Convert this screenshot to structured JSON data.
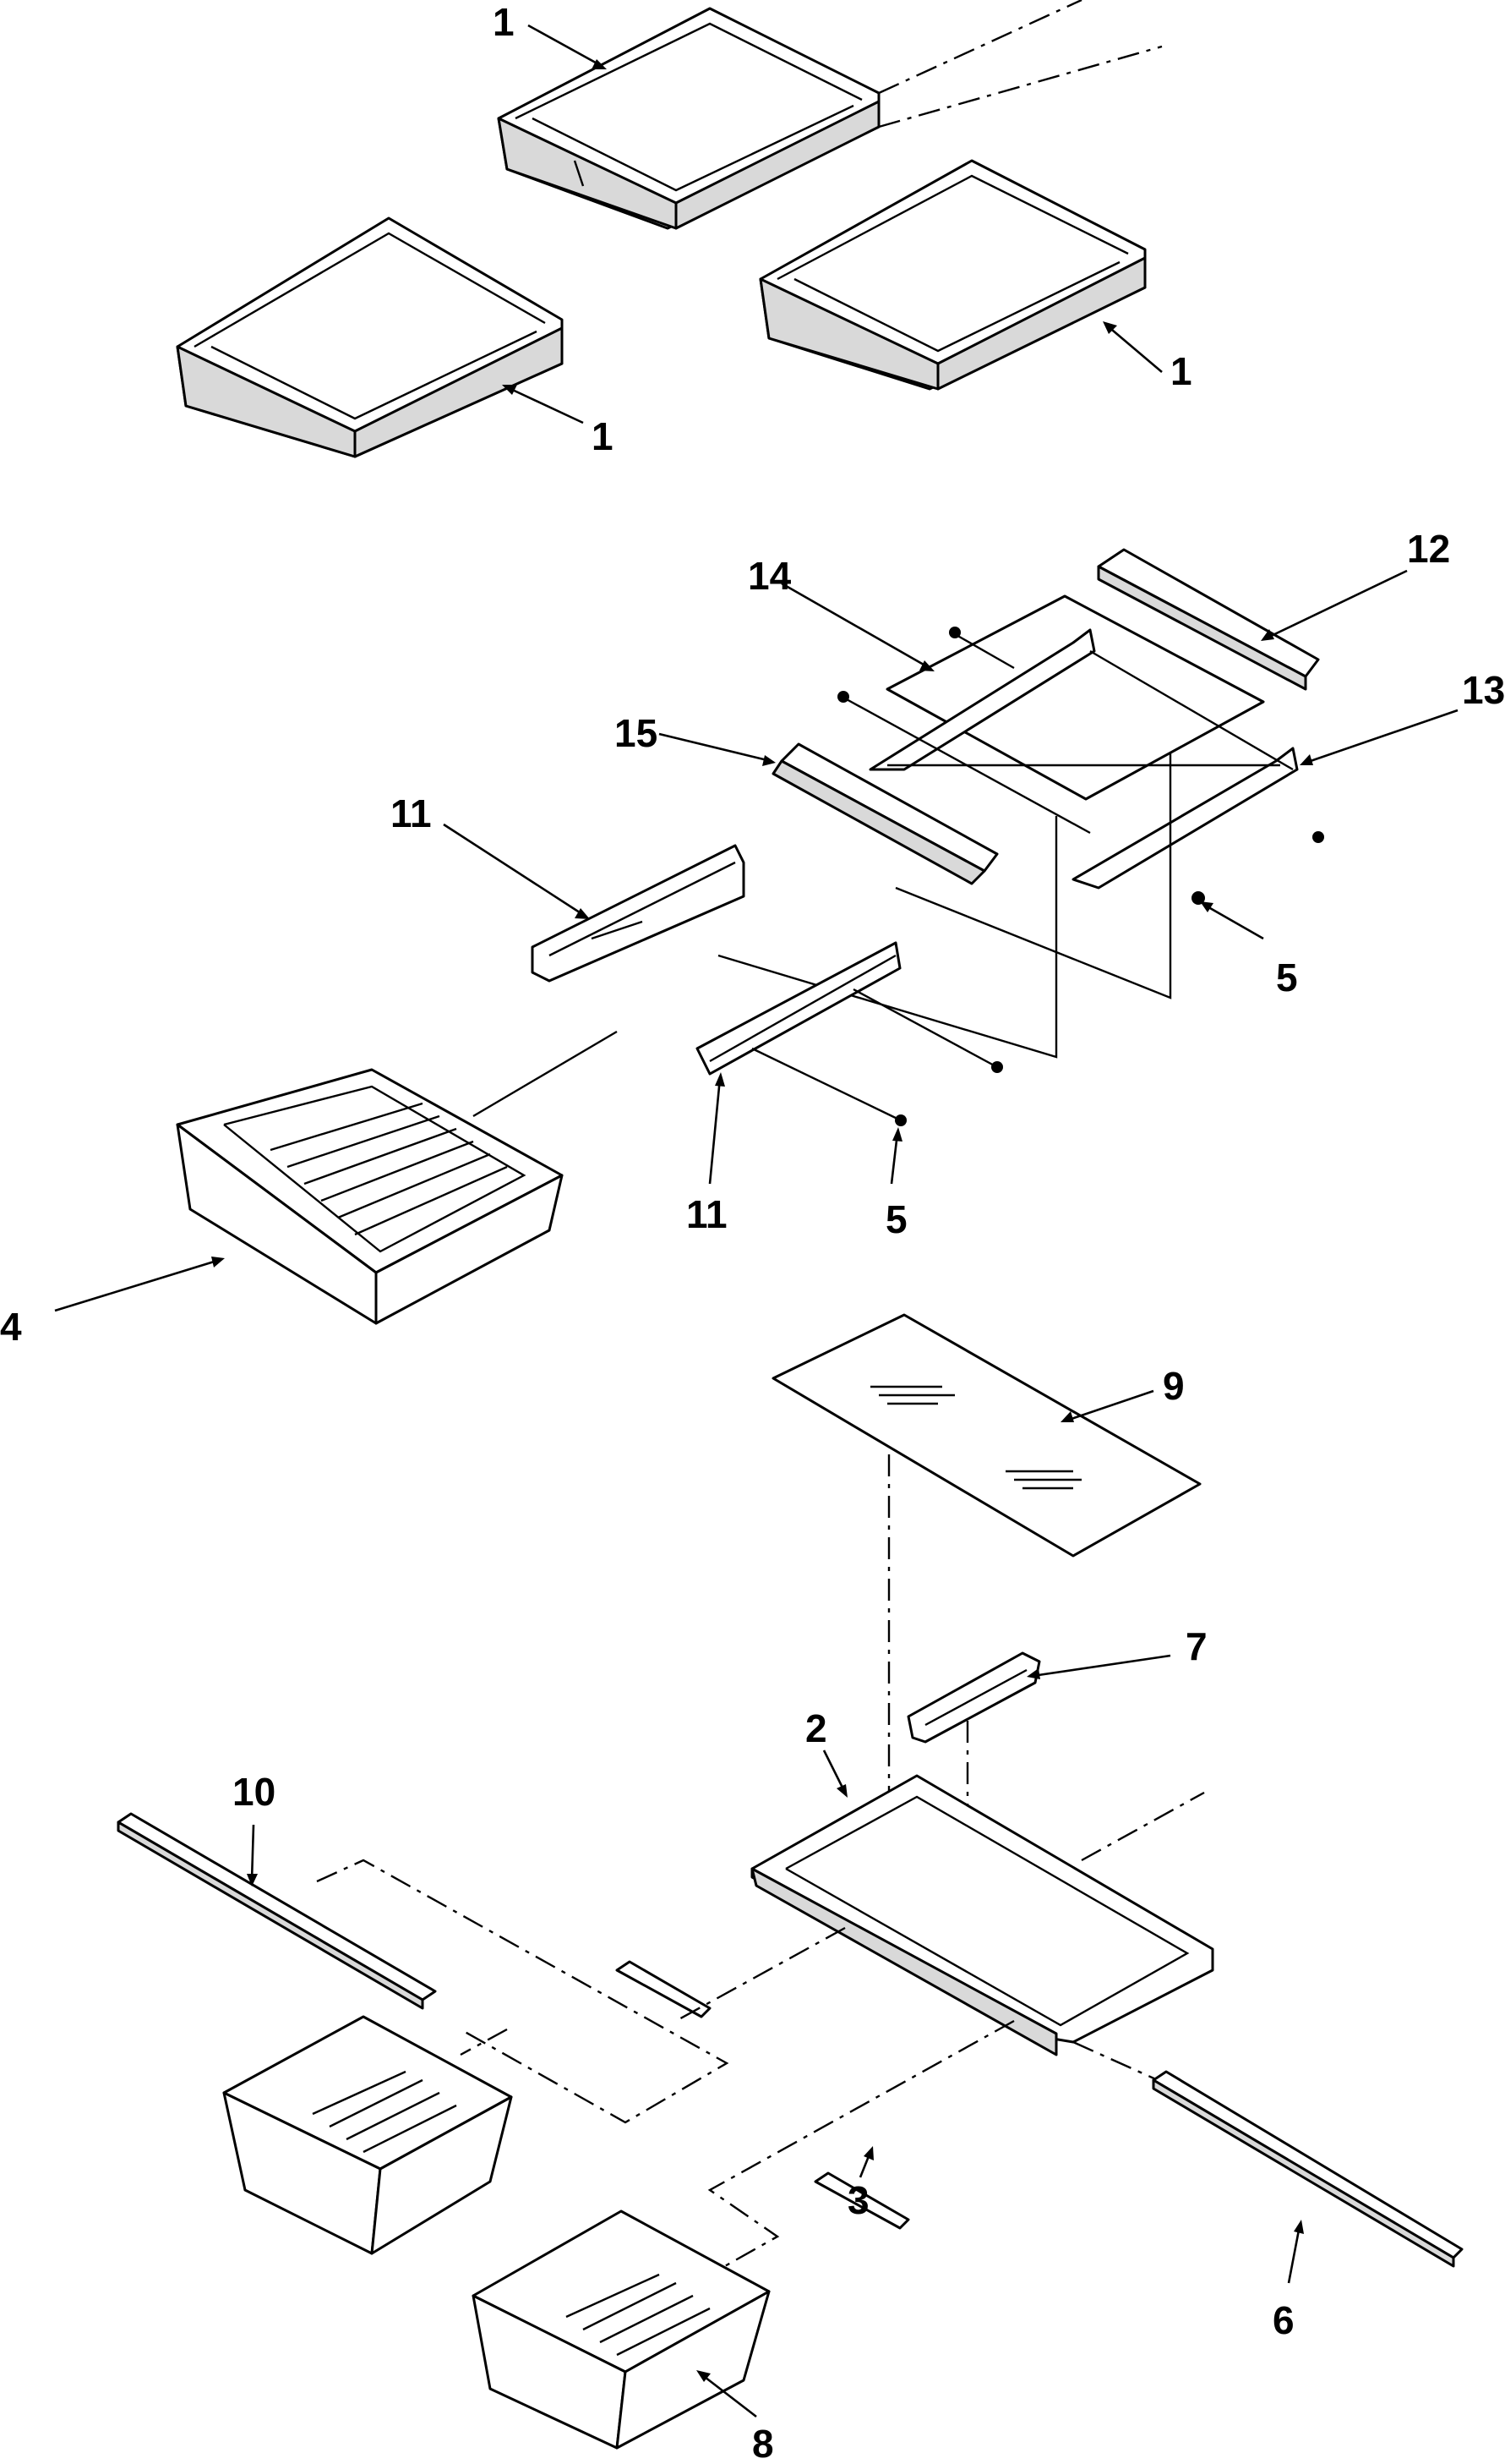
{
  "diagram": {
    "callouts": [
      {
        "id": "c1a",
        "text": "1"
      },
      {
        "id": "c1b",
        "text": "1"
      },
      {
        "id": "c1c",
        "text": "1"
      },
      {
        "id": "c2",
        "text": "2"
      },
      {
        "id": "c3",
        "text": "3"
      },
      {
        "id": "c4",
        "text": "4"
      },
      {
        "id": "c5a",
        "text": "5"
      },
      {
        "id": "c5b",
        "text": "5"
      },
      {
        "id": "c6",
        "text": "6"
      },
      {
        "id": "c7",
        "text": "7"
      },
      {
        "id": "c8",
        "text": "8"
      },
      {
        "id": "c9",
        "text": "9"
      },
      {
        "id": "c10",
        "text": "10"
      },
      {
        "id": "c11a",
        "text": "11"
      },
      {
        "id": "c11b",
        "text": "11"
      },
      {
        "id": "c12",
        "text": "12"
      },
      {
        "id": "c13",
        "text": "13"
      },
      {
        "id": "c14",
        "text": "14"
      },
      {
        "id": "c15",
        "text": "15"
      }
    ]
  }
}
